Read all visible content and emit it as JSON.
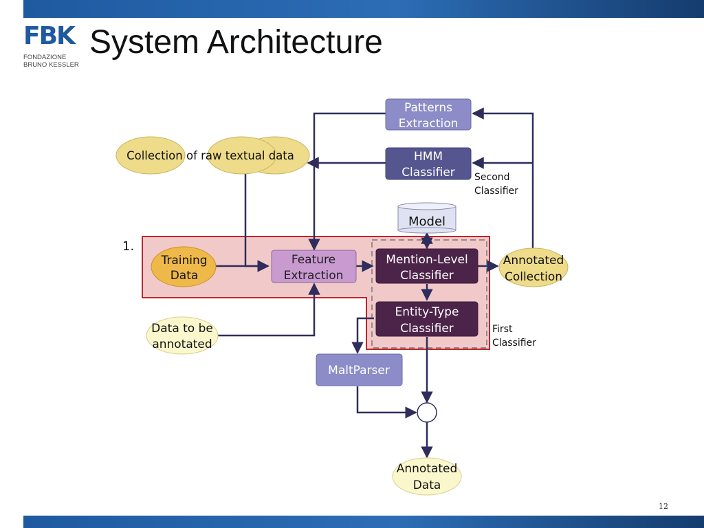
{
  "slide": {
    "title": "System Architecture",
    "page_number": "12",
    "logo": {
      "mark": "FBK",
      "line1": "FONDAZIONE",
      "line2": "BRUNO KESSLER"
    }
  },
  "diagram": {
    "marker": "1.",
    "nodes": {
      "patterns": [
        "Patterns",
        "Extraction"
      ],
      "hmm": [
        "HMM",
        "Classifier"
      ],
      "model": [
        "Model"
      ],
      "raw_data": [
        "Collection of raw textual data"
      ],
      "training": [
        "Training",
        "Data"
      ],
      "feature": [
        "Feature",
        "Extraction"
      ],
      "mention": [
        "Mention-Level",
        "Classifier"
      ],
      "entity": [
        "Entity-Type",
        "Classifier"
      ],
      "annotated_collection": [
        "Annotated",
        "Collection"
      ],
      "to_annotate": [
        "Data to be",
        "annotated"
      ],
      "maltparser": [
        "MaltParser"
      ],
      "annotated_data": [
        "Annotated",
        "Data"
      ]
    },
    "labels": {
      "second_classifier": [
        "Second",
        "Classifier"
      ],
      "first_classifier": [
        "First",
        "Classifier"
      ]
    },
    "colors": {
      "light_node": "#8c8cc8",
      "dark_node": "#4d2449",
      "ellipse_yellow": "#efdc8a",
      "ellipse_pale": "#fbf7cc",
      "highlight": "#f2c9c9",
      "highlight_border": "#c0262c",
      "arrow": "#2e2d5c"
    }
  }
}
